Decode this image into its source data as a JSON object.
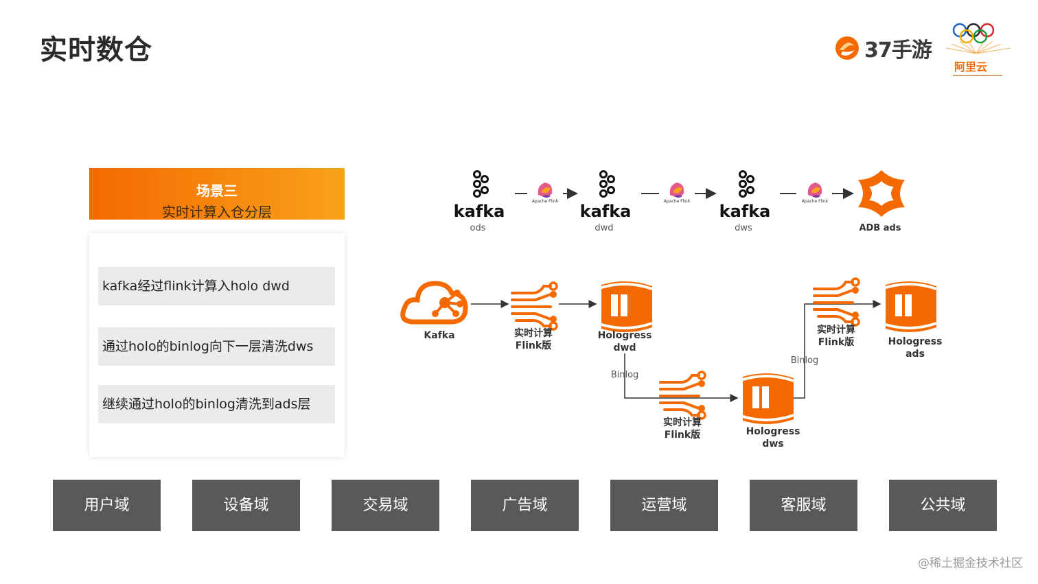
{
  "page": {
    "title": "实时数仓"
  },
  "brand": {
    "logo_text": "37手游",
    "partner_text": "阿里云"
  },
  "scene": {
    "tag": "场景三",
    "subtitle": "实时计算入仓分层"
  },
  "steps": [
    "kafka经过flink计算入holo dwd",
    "通过holo的binlog向下一层清洗dws",
    "继续通过holo的binlog清洗到ads层"
  ],
  "top_flow": {
    "nodes": [
      {
        "word": "kafka",
        "label": "ods"
      },
      {
        "word": "kafka",
        "label": "dwd"
      },
      {
        "word": "kafka",
        "label": "dws"
      },
      {
        "label": "ADB ads"
      }
    ],
    "flink_label": "Apache Flink"
  },
  "bottom_flow": {
    "kafka": "Kafka",
    "flink1": {
      "line1": "实时计算",
      "line2": "Flink版"
    },
    "holo_dwd": {
      "line1": "Hologress",
      "line2": "dwd"
    },
    "binlog1": "Binlog",
    "flink2": {
      "line1": "实时计算",
      "line2": "Flink版"
    },
    "holo_dws": {
      "line1": "Hologress",
      "line2": "dws"
    },
    "binlog2": "Binlog",
    "flink3": {
      "line1": "实时计算",
      "line2": "Flink版"
    },
    "holo_ads": {
      "line1": "Hologress",
      "line2": "ads"
    }
  },
  "domains": [
    "用户域",
    "设备域",
    "交易域",
    "广告域",
    "运营域",
    "客服域",
    "公共域"
  ],
  "watermark": "@稀土掘金技术社区",
  "colors": {
    "accent": "#f46a00",
    "accent_light": "#f8a21a",
    "domain_bg": "#595959",
    "step_bg": "#ebebeb"
  }
}
